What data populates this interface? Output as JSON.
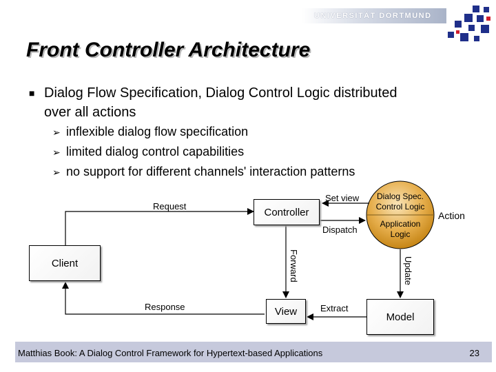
{
  "header": {
    "university": "UNIVERSITÄT DORTMUND",
    "title": "Front Controller Architecture"
  },
  "bullets": {
    "main": "Dialog Flow Specification, Dialog Control Logic distributed over all actions",
    "subs": [
      "inflexible dialog flow specification",
      "limited dialog control capabilities",
      "no support for different channels' interaction patterns"
    ]
  },
  "diagram": {
    "client": "Client",
    "controller": "Controller",
    "view": "View",
    "model": "Model",
    "request": "Request",
    "response": "Response",
    "set_view": "Set view",
    "dispatch": "Dispatch",
    "forward": "Forward",
    "update": "Update",
    "extract": "Extract",
    "action": "Action",
    "dialog_spec_line1": "Dialog Spec.",
    "dialog_spec_line2": "Control Logic",
    "app_logic_line1": "Application",
    "app_logic_line2": "Logic"
  },
  "footer": {
    "citation": "Matthias Book: A Dialog Control Framework for Hypertext-based Applications",
    "page_number": "23"
  },
  "colors": {
    "action_top": "#f7d9a0",
    "action_bottom": "#d08d10",
    "footer_bg": "#c6c9dc"
  }
}
